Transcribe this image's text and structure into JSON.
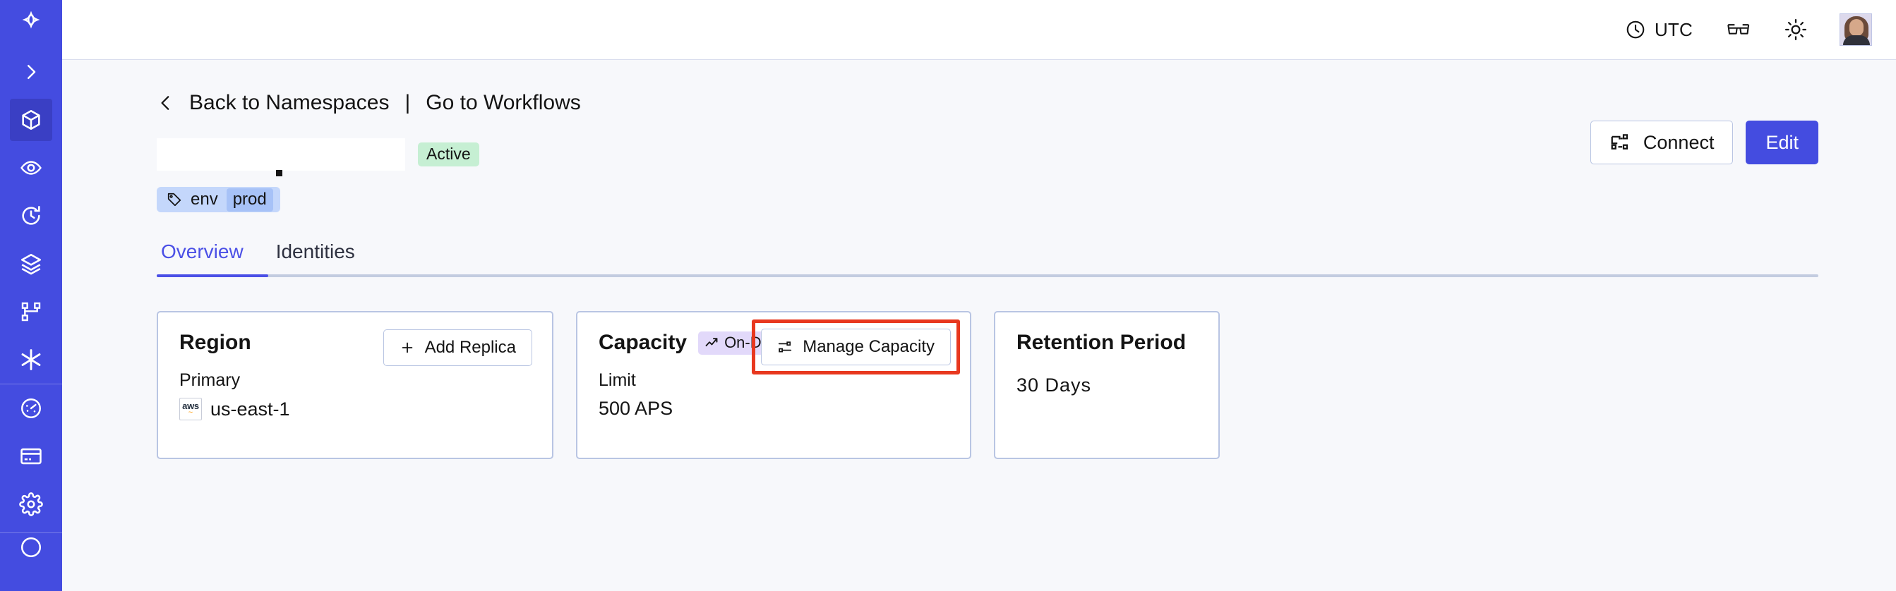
{
  "sidebar": {
    "items": [
      {
        "name": "temporal-logo",
        "icon": "temporal-logo-icon",
        "active": false
      },
      {
        "name": "expand-nav",
        "icon": "chevron-right-icon",
        "active": false
      },
      {
        "name": "namespaces",
        "icon": "cube-icon",
        "active": true
      },
      {
        "name": "observability",
        "icon": "eye-icon",
        "active": false
      },
      {
        "name": "schedules",
        "icon": "clock-arrow-icon",
        "active": false
      },
      {
        "name": "layers",
        "icon": "layers-icon",
        "active": false
      },
      {
        "name": "workflows",
        "icon": "sitemap-icon",
        "active": false
      },
      {
        "name": "nexus",
        "icon": "asterisk-icon",
        "active": false
      },
      {
        "name": "usage",
        "icon": "gauge-icon",
        "active": false
      },
      {
        "name": "billing",
        "icon": "credit-card-icon",
        "active": false
      },
      {
        "name": "settings",
        "icon": "gear-icon",
        "active": false
      }
    ]
  },
  "topbar": {
    "timezone_label": "UTC",
    "timezone_icon": "clock-icon",
    "accessibility_icon": "glasses-icon",
    "theme_icon": "sun-icon",
    "avatar_icon": "user-avatar"
  },
  "breadcrumb": {
    "back_icon": "chevron-left-icon",
    "back_label": "Back to Namespaces",
    "separator": "|",
    "link_label": "Go to Workflows"
  },
  "namespace": {
    "title": "",
    "status_badge": "Active",
    "tag": {
      "icon": "tag-icon",
      "key": "env",
      "value": "prod"
    },
    "actions": {
      "connect_label": "Connect",
      "connect_icon": "connect-icon",
      "edit_label": "Edit"
    }
  },
  "tabs": {
    "items": [
      {
        "label": "Overview",
        "selected": true
      },
      {
        "label": "Identities",
        "selected": false
      }
    ]
  },
  "cards": {
    "region": {
      "title": "Region",
      "button_label": "Add Replica",
      "button_icon": "plus-icon",
      "sublabel": "Primary",
      "provider_icon": "aws-icon",
      "provider_text_top": "aws",
      "provider_text_bottom": "~",
      "value": "us-east-1"
    },
    "capacity": {
      "title": "Capacity",
      "badge_label": "On-Demand",
      "badge_icon": "trend-up-icon",
      "button_label": "Manage Capacity",
      "button_icon": "sliders-icon",
      "sublabel": "Limit",
      "value": "500 APS",
      "highlight_color": "#e8381f"
    },
    "retention": {
      "title": "Retention Period",
      "value": "30 Days"
    }
  },
  "colors": {
    "brand": "#444ce0",
    "sidebar_active": "#3a3fc4",
    "page_bg": "#f7f8fb",
    "card_border": "#b9c5e3",
    "status_active_bg": "#c6efd3",
    "tag_bg": "#c4d7fb",
    "tag_value_bg": "#a7c2f7",
    "badge_ondemand_bg": "#e2d9fa",
    "tab_active": "#4b50e6",
    "annotation_red": "#e8381f"
  }
}
